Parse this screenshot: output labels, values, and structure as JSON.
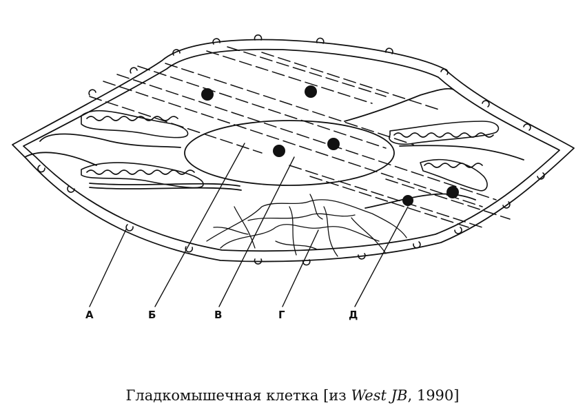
{
  "labels": {
    "a": "А",
    "b": "Б",
    "v": "В",
    "g": "Г",
    "d": "Д"
  },
  "caption": {
    "prefix": "Гладкомышечная клетка [из ",
    "author": "West JB",
    "suffix": ", 1990]"
  },
  "colors": {
    "ink": "#111111",
    "background": "#ffffff"
  }
}
